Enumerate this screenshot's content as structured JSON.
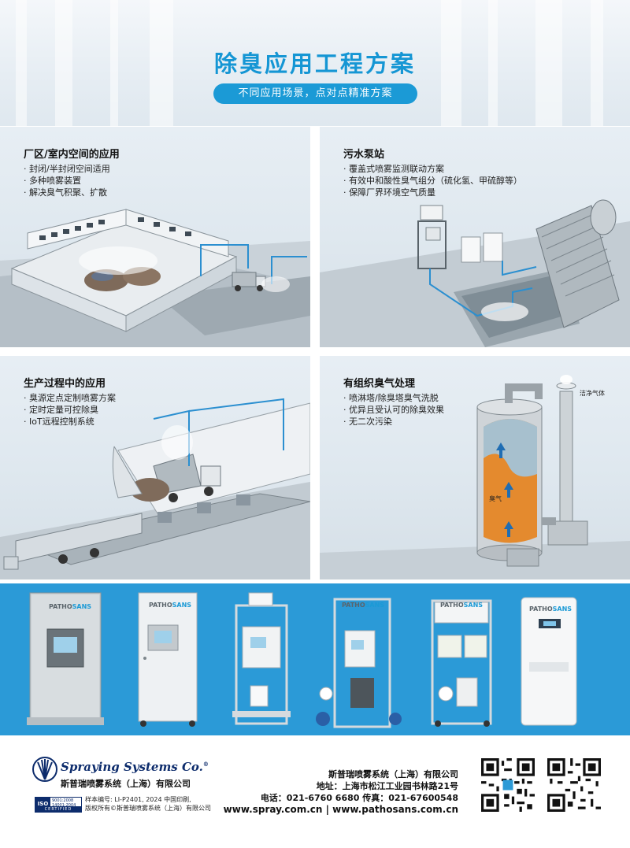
{
  "header": {
    "title": "除臭应用工程方案",
    "subtitle": "不同应用场景，点对点精准方案"
  },
  "panels": [
    {
      "title": "厂区/室内空间的应用",
      "bullets": [
        "封闭/半封闭空间适用",
        "多种喷雾装置",
        "解决臭气积聚、扩散"
      ]
    },
    {
      "title": "污水泵站",
      "bullets": [
        "覆盖式喷雾监测联动方案",
        "有效中和酸性臭气组分（硫化氢、甲硫醇等）",
        "保障厂界环境空气质量"
      ]
    },
    {
      "title": "生产过程中的应用",
      "bullets": [
        "臭源定点定制喷雾方案",
        "定时定量可控除臭",
        "IoT远程控制系统"
      ]
    },
    {
      "title": "有组织臭气处理",
      "bullets": [
        "喷淋塔/除臭塔臭气洗脱",
        "优异且受认可的除臭效果",
        "无二次污染"
      ],
      "labels": {
        "clean_gas": "洁净气体",
        "odor": "臭气"
      }
    }
  ],
  "products": {
    "brand_left": "PATHO",
    "brand_right": "SANS"
  },
  "footer": {
    "company_en": "Spraying Systems Co.",
    "company_en_mark": "®",
    "company_cn": "斯普瑞喷雾系统（上海）有限公司",
    "iso_main": "ISO",
    "iso_codes": [
      "9001:2008",
      "14001:2004"
    ],
    "iso_certified": "CERTIFIED",
    "sample_line1": "样本编号: LI-P2401, 2024 中国印刷,",
    "sample_line2": "版权所有©斯普瑞喷雾系统（上海）有限公司",
    "address": {
      "company": "斯普瑞喷雾系统（上海）有限公司",
      "addr": "地址：上海市松江工业园书林路21号",
      "phone": "电话：021-6760 6680 传真：021-67600548",
      "web": "www.spray.com.cn | www.pathosans.com.cn"
    }
  },
  "colors": {
    "accent": "#1596d4",
    "pill": "#1b9ad6",
    "product_band": "#2b9ad7",
    "navy": "#0d2c6c"
  }
}
